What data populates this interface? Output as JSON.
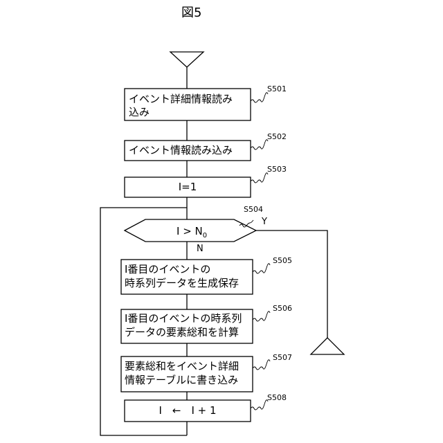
{
  "title": "図5",
  "steps": {
    "s501": {
      "id": "S501",
      "lines": [
        "イベント詳細情報読み",
        "込み"
      ]
    },
    "s502": {
      "id": "S502",
      "lines": [
        "イベント情報読み込み"
      ]
    },
    "s503": {
      "id": "S503",
      "lines": [
        "I=1"
      ]
    },
    "s504": {
      "id": "S504",
      "main": "I > N",
      "sub": "0"
    },
    "s505": {
      "id": "S505",
      "lines": [
        "I番目のイベントの",
        "時系列データを生成保存"
      ]
    },
    "s506": {
      "id": "S506",
      "lines": [
        "I番目のイベントの時系列",
        "データの要素総和を計算"
      ]
    },
    "s507": {
      "id": "S507",
      "lines": [
        "要素総和をイベント詳細",
        "情報テーブルに書き込み"
      ]
    },
    "s508": {
      "id": "S508",
      "lines": [
        "I　←　I + 1"
      ]
    }
  },
  "branch": {
    "yes": "Y",
    "no": "N"
  }
}
